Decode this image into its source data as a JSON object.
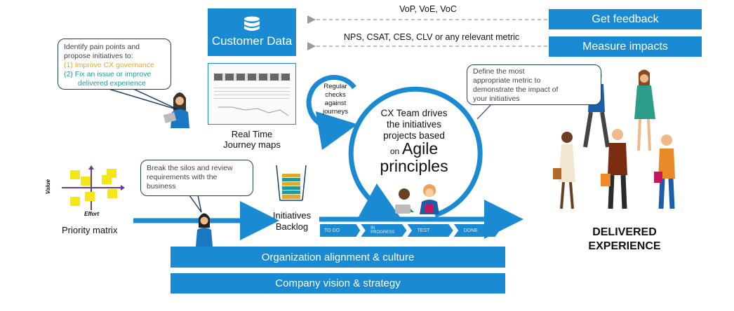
{
  "customer_data": {
    "label": "Customer Data",
    "icon": "database-icon"
  },
  "journey_maps": {
    "label_line1": "Real Time",
    "label_line2": "Journey maps"
  },
  "identify_bubble": {
    "line1": "Identify pain points and",
    "line2": "propose initiatives to:",
    "item1": "(1)  Improve CX governance",
    "item2_line1": "(2)  Fix an issue or improve",
    "item2_line2": "delivered experience",
    "item1_color": "#e0a92a",
    "item2_color": "#1f9a98"
  },
  "feedback_arrows": {
    "top_label": "VoP, VoE, VoC",
    "bottom_label": "NPS, CSAT, CES, CLV or any relevant metric"
  },
  "buttons": {
    "get_feedback": "Get feedback",
    "measure_impacts": "Measure impacts"
  },
  "define_bubble": {
    "line1": "Define the most",
    "line2": "appropriate metric to",
    "line3": "demonstrate the impact of",
    "line4": "your initiatives"
  },
  "regular_checks": {
    "line1": "Regular",
    "line2": "checks",
    "line3": "against",
    "line4": "journeys"
  },
  "agile_circle": {
    "line1": "CX Team drives",
    "line2": "the initiatives",
    "line3": "projects based",
    "on": "on",
    "agile": "Agile",
    "principles": "principles"
  },
  "priority_matrix": {
    "label": "Priority matrix",
    "y_axis": "Value",
    "x_axis": "Effort"
  },
  "silos_bubble": {
    "line1": "Break the silos and review",
    "line2": "requirements with the",
    "line3": "business"
  },
  "backlog": {
    "line1": "Initiatives",
    "line2": "Backlog"
  },
  "kanban": [
    "TO DO",
    "IN PROGRESS",
    "TEST",
    "DONE"
  ],
  "foundation": {
    "org": "Organization alignment & culture",
    "vision": "Company vision & strategy"
  },
  "delivered": {
    "line1": "DELIVERED",
    "line2": "EXPERIENCE"
  },
  "colors": {
    "primary_blue": "#1a8bd2",
    "sticky_yellow": "#f5e61a",
    "matrix_purple": "#6b3b8c"
  }
}
